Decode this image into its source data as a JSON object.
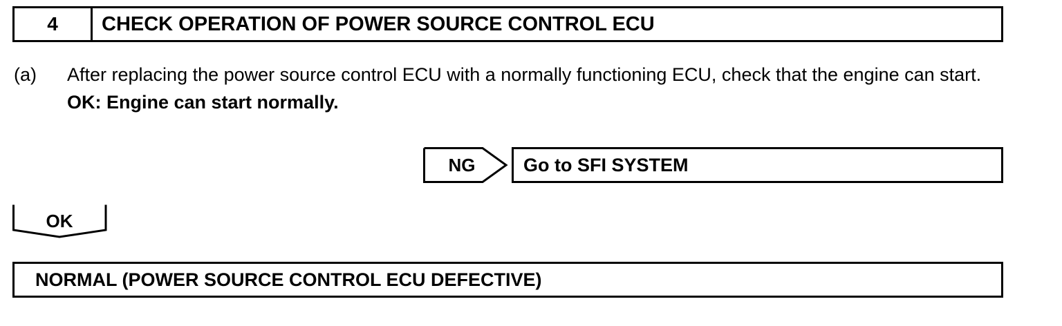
{
  "step": {
    "number": "4",
    "title": "CHECK OPERATION OF POWER SOURCE CONTROL ECU"
  },
  "procedure": {
    "label": "(a)",
    "text": "After replacing the power source control ECU with a normally functioning ECU, check that the engine can start.",
    "ok_criteria": "OK: Engine can start normally."
  },
  "ng_branch": {
    "label": "NG",
    "action": "Go to SFI SYSTEM"
  },
  "ok_branch": {
    "label": "OK"
  },
  "result": {
    "text": "NORMAL (POWER SOURCE CONTROL ECU DEFECTIVE)"
  }
}
